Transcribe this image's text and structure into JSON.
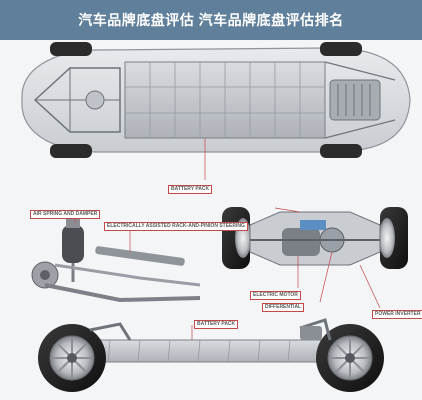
{
  "header": {
    "title": "汽车品牌底盘评估 汽车品牌底盘评估排名"
  },
  "colors": {
    "title_bar": "#5f7f9b",
    "title_text": "#ffffff",
    "callout_border": "#c34848",
    "callout_text": "#5a5a5a"
  },
  "diagram": {
    "callouts": {
      "battery_pack_top": "BATTERY PACK",
      "air_spring": "AIR SPRING AND DAMPER",
      "steering": "ELECTRICALLY ASSISTED RACK-AND-PINION STEERING",
      "electric_motor": "ELECTRIC MOTOR",
      "differential": "DIFFERENTIAL",
      "power_inverter": "POWER INVERTER",
      "battery_pack_bottom": "BATTERY PACK"
    }
  }
}
